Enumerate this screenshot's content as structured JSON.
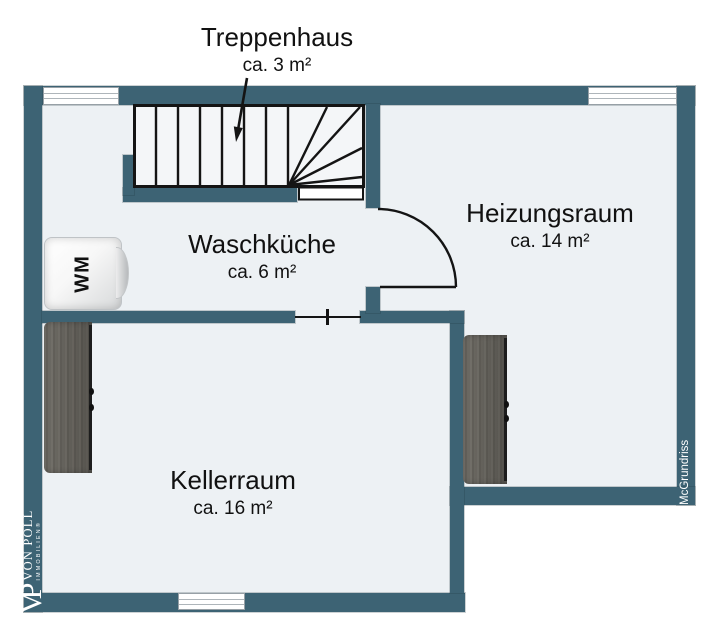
{
  "plan": {
    "rooms": {
      "treppenhaus": {
        "name": "Treppenhaus",
        "area": "ca. 3 m²"
      },
      "waschkueche": {
        "name": "Waschküche",
        "area": "ca. 6 m²"
      },
      "heizungsraum": {
        "name": "Heizungsraum",
        "area": "ca. 14 m²"
      },
      "kellerraum": {
        "name": "Kellerraum",
        "area": "ca. 16 m²"
      }
    },
    "appliances": {
      "washing_machine_label": "WM"
    },
    "branding": {
      "agency_monogram": "VP",
      "agency_name": "VON POLL",
      "agency_subtitle": "IMMOBILIEN®",
      "credit": "McGrundriss"
    },
    "colors": {
      "wall": "#3d6374",
      "floor": "#edf1f4",
      "line": "#111111"
    }
  }
}
